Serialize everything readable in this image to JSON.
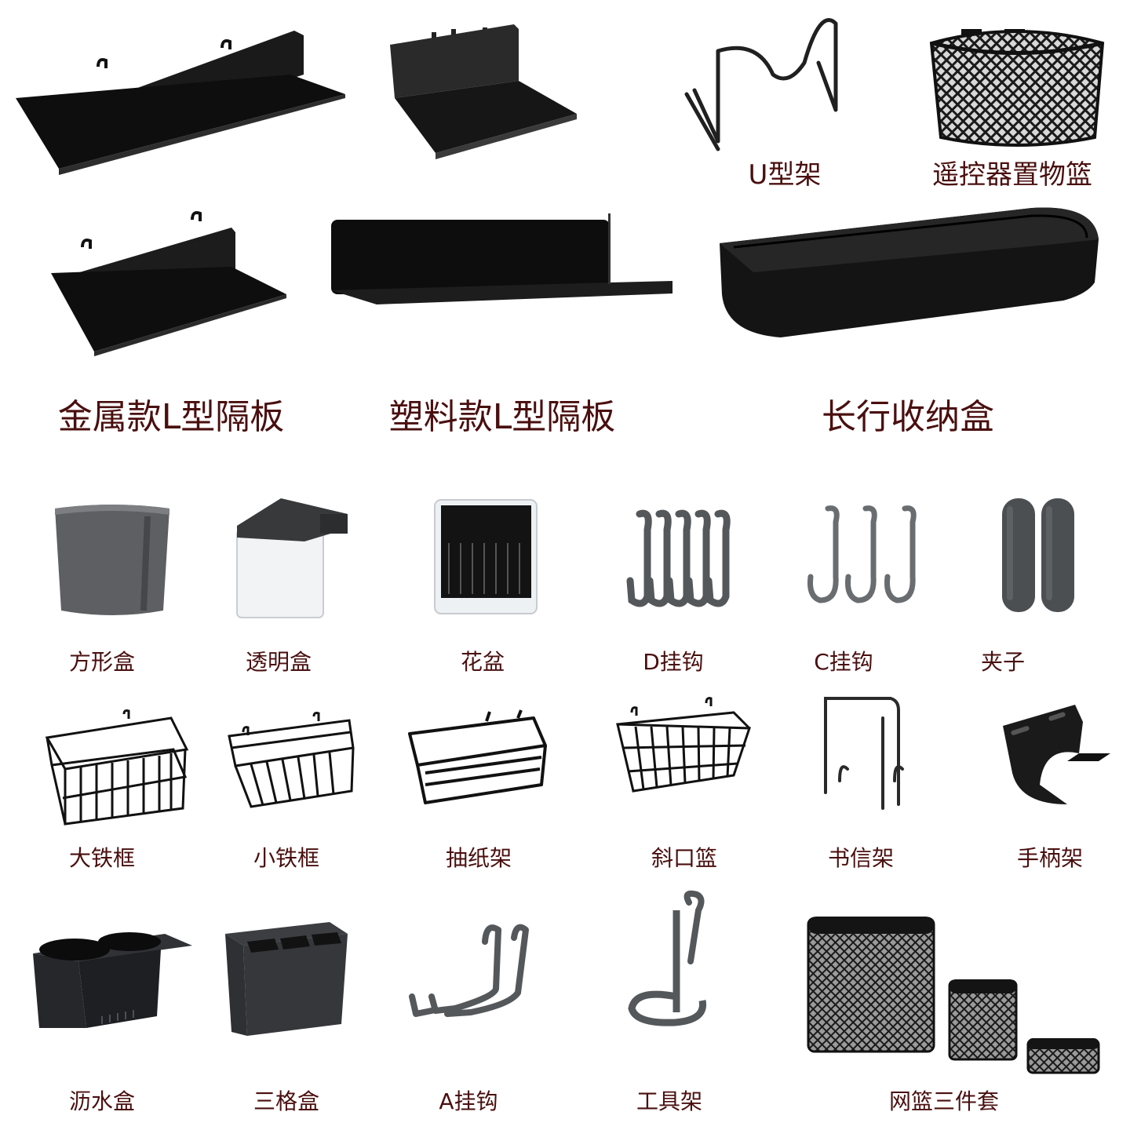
{
  "catalog": {
    "top": {
      "u_rack": "U型架",
      "remote_basket": "遥控器置物篮",
      "metal_l_shelf": "金属款L型隔板",
      "plastic_l_shelf": "塑料款L型隔板",
      "long_storage_box": "长行收纳盒"
    },
    "row1": {
      "square_box": "方形盒",
      "clear_box": "透明盒",
      "flower_pot": "花盆",
      "d_hook": "D挂钩",
      "c_hook": "C挂钩",
      "clip": "夹子"
    },
    "row2": {
      "big_iron_frame": "大铁框",
      "small_iron_frame": "小铁框",
      "tissue_rack": "抽纸架",
      "slant_basket": "斜口篮",
      "book_rack": "书信架",
      "handle_rack": "手柄架"
    },
    "row3": {
      "drain_box": "沥水盒",
      "three_grid_box": "三格盒",
      "a_hook": "A挂钩",
      "tool_rack": "工具架",
      "mesh_basket_set": "网篮三件套"
    }
  },
  "colors": {
    "label_text": "#4a0f0f",
    "product_black": "#141414",
    "product_gray": "#5b5d60",
    "background": "#ffffff"
  }
}
